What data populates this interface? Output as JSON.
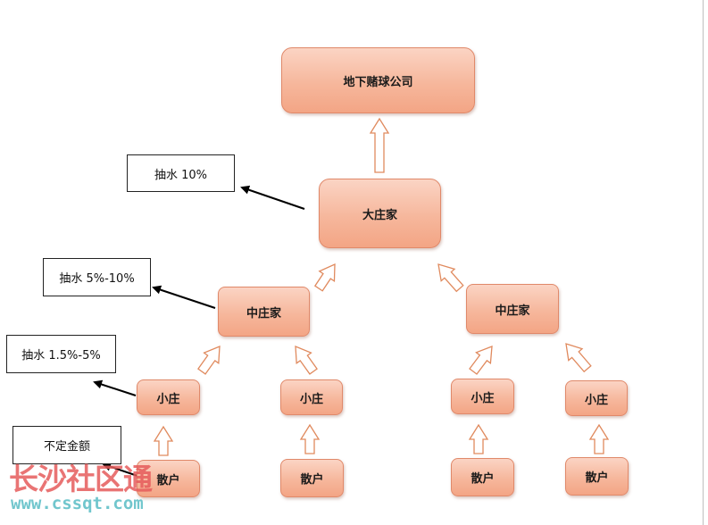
{
  "nodes": {
    "top": "地下赌球公司",
    "main_dealer": "大庄家",
    "mid_dealer_left": "中庄家",
    "mid_dealer_right": "中庄家",
    "small_dealer_1": "小庄",
    "small_dealer_2": "小庄",
    "small_dealer_3": "小庄",
    "small_dealer_4": "小庄",
    "retail_1": "散户",
    "retail_2": "散户",
    "retail_3": "散户",
    "retail_4": "散户"
  },
  "labels": {
    "main_dealer_cut": "抽水 10%",
    "mid_dealer_cut": "抽水 5%-10%",
    "small_dealer_cut": "抽水 1.5%-5%",
    "retail_amount": "不定金额"
  },
  "watermark": {
    "cn": "长沙社区通",
    "url": "www.cssqt.com"
  },
  "colors": {
    "node_fill": "#f6b79c",
    "node_border": "#e0896a",
    "arrow_stroke": "#e08a5e",
    "watermark_red": "#e65c5c",
    "watermark_teal": "#62c0c8"
  }
}
